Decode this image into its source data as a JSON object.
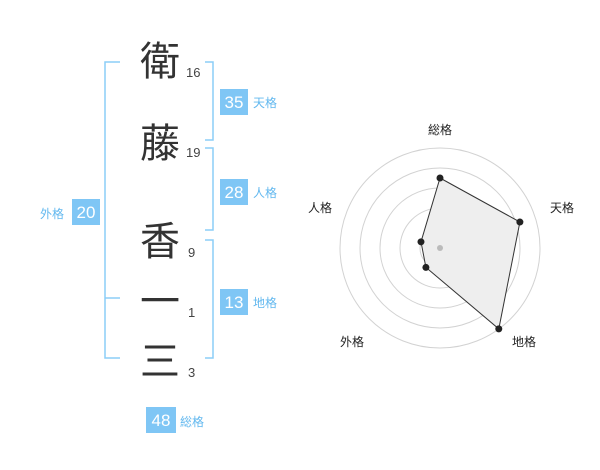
{
  "colors": {
    "accent": "#7fc6f5",
    "accent_text": "#62b8ef",
    "bracket": "#8ccdf7",
    "text": "#333333",
    "radar_fill": "#eeeeee",
    "radar_ring": "#d2d2d2",
    "radar_point": "#222222"
  },
  "name": {
    "characters": [
      {
        "char": "衛",
        "strokes": "16"
      },
      {
        "char": "藤",
        "strokes": "19"
      },
      {
        "char": "香",
        "strokes": "9"
      },
      {
        "char": "一",
        "strokes": "1"
      },
      {
        "char": "三",
        "strokes": "3"
      }
    ]
  },
  "fortunes": {
    "tenkaku": {
      "value": "35",
      "label": "天格"
    },
    "jinkaku": {
      "value": "28",
      "label": "人格"
    },
    "chikaku": {
      "value": "13",
      "label": "地格"
    },
    "gaikaku": {
      "value": "20",
      "label": "外格"
    },
    "soukaku": {
      "value": "48",
      "label": "総格"
    }
  },
  "chart_data": {
    "type": "radar",
    "axes": [
      "総格",
      "天格",
      "地格",
      "外格",
      "人格"
    ],
    "values": [
      3.5,
      4.2,
      5.0,
      1.2,
      1.0
    ],
    "range": [
      0,
      5
    ],
    "rings": 5,
    "grid": true
  }
}
